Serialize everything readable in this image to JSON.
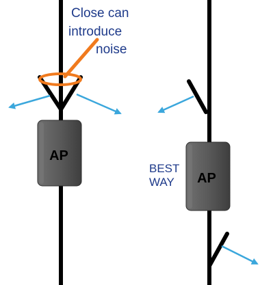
{
  "annotation": {
    "line1": "Close can",
    "line2": "introduce",
    "line3": "noise"
  },
  "ap_label": "AP",
  "best_way": {
    "line1": "BEST",
    "line2": "WAY"
  },
  "colors": {
    "pole": "#000000",
    "ring": "#f07a1e",
    "arrow": "#3ba7dc",
    "text": "#1e3a8a",
    "ap_body": "#5c5c5c"
  }
}
